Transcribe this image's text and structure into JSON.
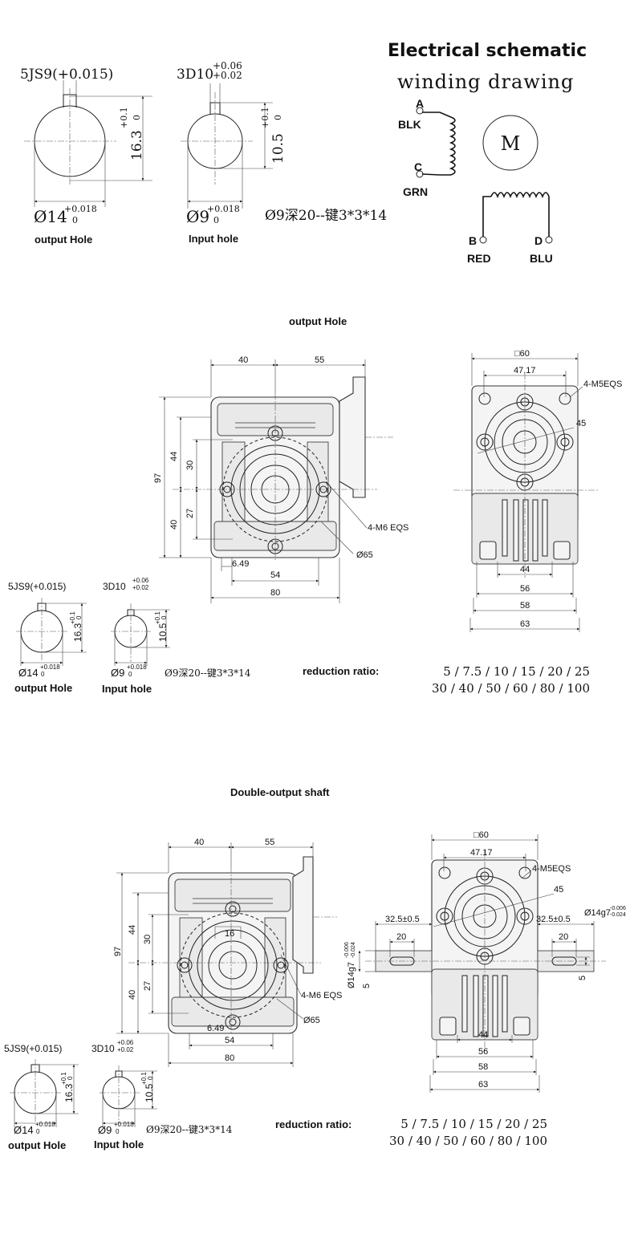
{
  "schematic": {
    "title": "Electrical schematic",
    "subtitle": "winding drawing",
    "motor_label": "M",
    "terminals": [
      {
        "letter": "A",
        "color": "BLK"
      },
      {
        "letter": "C",
        "color": "GRN"
      },
      {
        "letter": "B",
        "color": "RED"
      },
      {
        "letter": "D",
        "color": "BLU"
      }
    ]
  },
  "keyways": {
    "output": {
      "fit": "5JS9(+0.015)",
      "fit_base": "5JS9(",
      "fit_tol": "+0.015",
      "height": "16.3",
      "height_tol_upper": "+0.1",
      "height_tol_lower": "0",
      "diameter": "Ø14",
      "diameter_tol_upper": "+0.018",
      "diameter_tol_lower": "0",
      "caption": "output Hole"
    },
    "input": {
      "fit_base": "3D10",
      "fit_tol_upper": "+0.06",
      "fit_tol_lower": "+0.02",
      "height": "10.5",
      "height_tol_upper": "+0.1",
      "height_tol_lower": "0",
      "diameter": "Ø9",
      "diameter_tol_upper": "+0.018",
      "diameter_tol_lower": "0",
      "caption": "Input hole"
    },
    "shaft_note": "Ø9深20--键3*3*14"
  },
  "section1": {
    "title": "output Hole",
    "dims": {
      "w40": "40",
      "w55": "55",
      "h97": "97",
      "h44": "44",
      "h30": "30",
      "h27": "27",
      "h40": "40",
      "d649": "6.49",
      "w54": "54",
      "w80": "80",
      "m6": "4-M6 EQS",
      "d65": "Ø65",
      "sq60": "□60",
      "w4717": "47.17",
      "m5": "4-M5EQS",
      "d45": "45",
      "w44": "44",
      "w56": "56",
      "w58": "58",
      "w63": "63"
    },
    "reduction_label": "reduction ratio:",
    "ratios_line1": "5 / 7.5 / 10 / 15 / 20 / 25",
    "ratios_line2": "30 / 40 / 50 / 60 / 80 / 100"
  },
  "section2": {
    "title": "Double-output shaft",
    "extra_dims": {
      "d16": "16",
      "shaft_len": "32.5±0.5",
      "key_len": "20",
      "key_w": "5",
      "shaft_fit": "Ø14g7",
      "shaft_fit_upper": "-0.006",
      "shaft_fit_lower": "-0.024"
    },
    "reduction_label": "reduction ratio:",
    "ratios_line1": "5 / 7.5 / 10 / 15 / 20 / 25",
    "ratios_line2": "30 / 40 / 50 / 60 / 80 / 100"
  }
}
